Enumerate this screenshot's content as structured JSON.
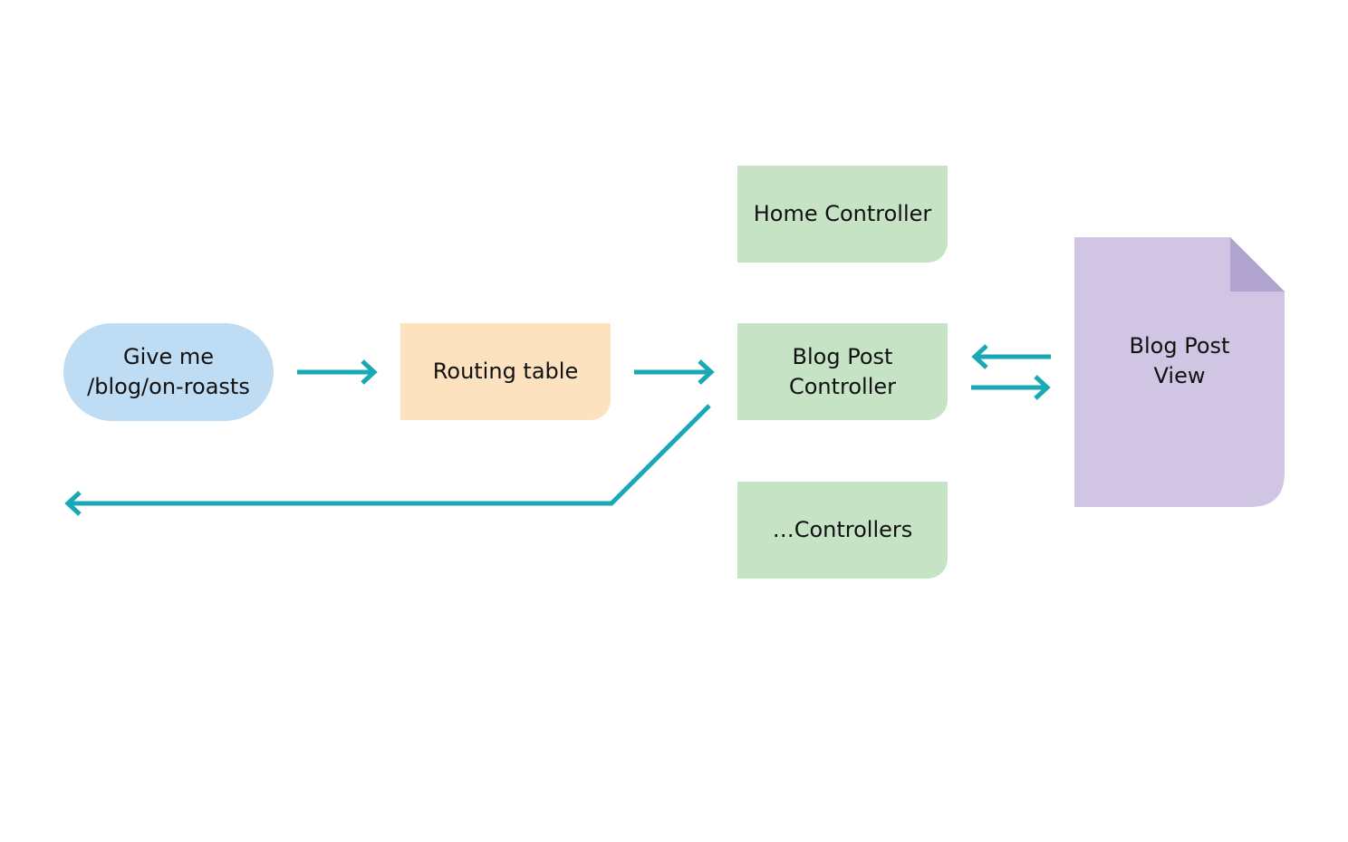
{
  "colors": {
    "arrow": "#19a8b5",
    "request_fill": "#bedcf4",
    "routing_fill": "#fce2bf",
    "controller_fill": "#c7e3c5",
    "view_fill": "#d0c5e3",
    "view_fold": "#b2a4d1"
  },
  "nodes": {
    "request": {
      "label": "Give me\n/blog/on-roasts"
    },
    "routing_table": {
      "label": "Routing table"
    },
    "home_controller": {
      "label": "Home Controller"
    },
    "blog_post_controller": {
      "label": "Blog Post\nController"
    },
    "more_controllers": {
      "label": "…Controllers"
    },
    "blog_post_view": {
      "label": "Blog Post\nView"
    }
  },
  "edges": [
    {
      "from": "request",
      "to": "routing_table"
    },
    {
      "from": "routing_table",
      "to": "blog_post_controller"
    },
    {
      "from": "blog_post_view",
      "to": "blog_post_controller"
    },
    {
      "from": "blog_post_controller",
      "to": "blog_post_view"
    },
    {
      "from": "blog_post_controller",
      "to": "request"
    }
  ]
}
